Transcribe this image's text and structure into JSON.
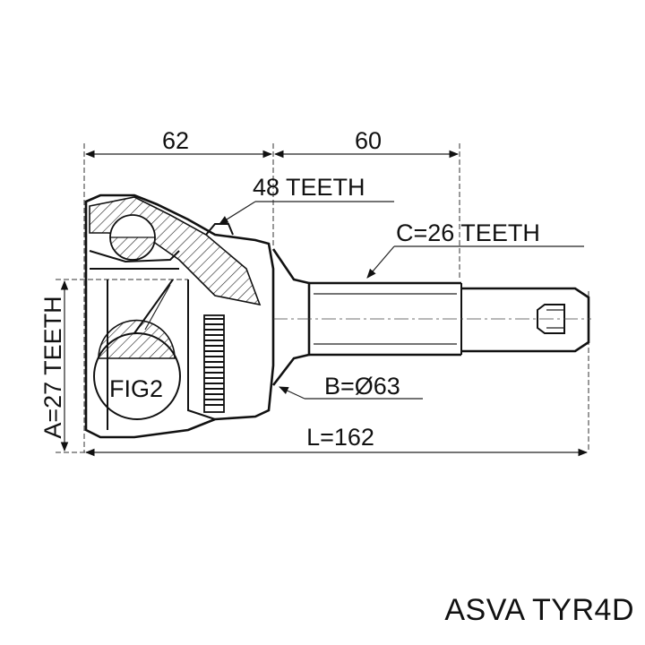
{
  "drawing": {
    "labels": {
      "dim_left": "62",
      "dim_right": "60",
      "teeth_outer": "48 TEETH",
      "teeth_shaft": "C=26 TEETH",
      "diameter": "B=Ø63",
      "length": "L=162",
      "teeth_inner": "A=27 TEETH",
      "figure_ref": "FIG2"
    }
  },
  "caption": {
    "brand": "ASVA",
    "part_number": "TYR4D"
  }
}
